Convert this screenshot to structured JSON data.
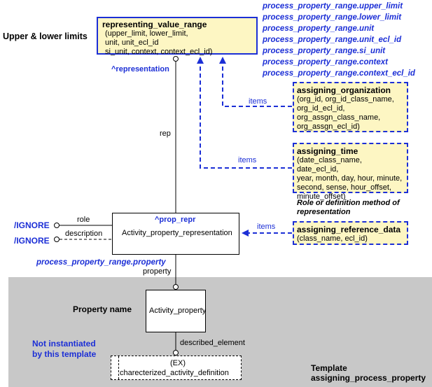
{
  "diagram": {
    "gray_area_color": "#c8c8c8",
    "accent_blue": "#1c2fd6",
    "box_yellow": "#fdf6c3",
    "left_title": "Upper & lower limits",
    "rvr": {
      "title": "representing_value_range",
      "attrs": [
        "(upper_limit, lower_limit,",
        "unit, unit_ecl_id",
        "si_unit, context, context_ecl_id)"
      ]
    },
    "paths": [
      "process_property_range.upper_limit",
      "process_property_range.lower_limit",
      "process_property_range.unit",
      "process_property_range.unit_ecl_id",
      "process_property_range.si_unit",
      "process_property_range.context",
      "process_property_range.context_ecl_id"
    ],
    "representation_ref": "^representation",
    "rep_label": "rep",
    "org": {
      "title": "assigning_organization",
      "attrs": [
        "(org_id, org_id_class_name,",
        "org_id_ecl_id,",
        "org_assgn_class_name,",
        "org_assgn_ecl_id)"
      ]
    },
    "time": {
      "title": "assigning_time",
      "attrs": [
        "(date_class_name, date_ecl_id,",
        "year, month, day, hour, minute,",
        "second, sense, hour_offset,",
        "minute_offset)"
      ]
    },
    "items_labels": [
      "items",
      "items",
      "items"
    ],
    "role_note": [
      "Role or definition method of",
      "representation"
    ],
    "ref_data": {
      "title": "assigning_reference_data",
      "attrs": [
        "(class_name, ecl_id)"
      ]
    },
    "apr": {
      "ref": "^prop_repr",
      "name": "Activity_property_representation"
    },
    "ignore_labels": [
      "/IGNORE",
      "/IGNORE"
    ],
    "role_label": "role",
    "description_label": "description",
    "property_path": "process_property_range.property",
    "property_label": "property",
    "property_name_label": "Property name",
    "ap_name": "Activity_property",
    "described_element_label": "described_element",
    "not_instantiated": [
      "Not instantiated",
      "by this template"
    ],
    "cad": {
      "line1": "(EX)",
      "line2": "charecterized_activity_definition"
    },
    "template_label": [
      "Template",
      "assigning_process_property"
    ]
  }
}
